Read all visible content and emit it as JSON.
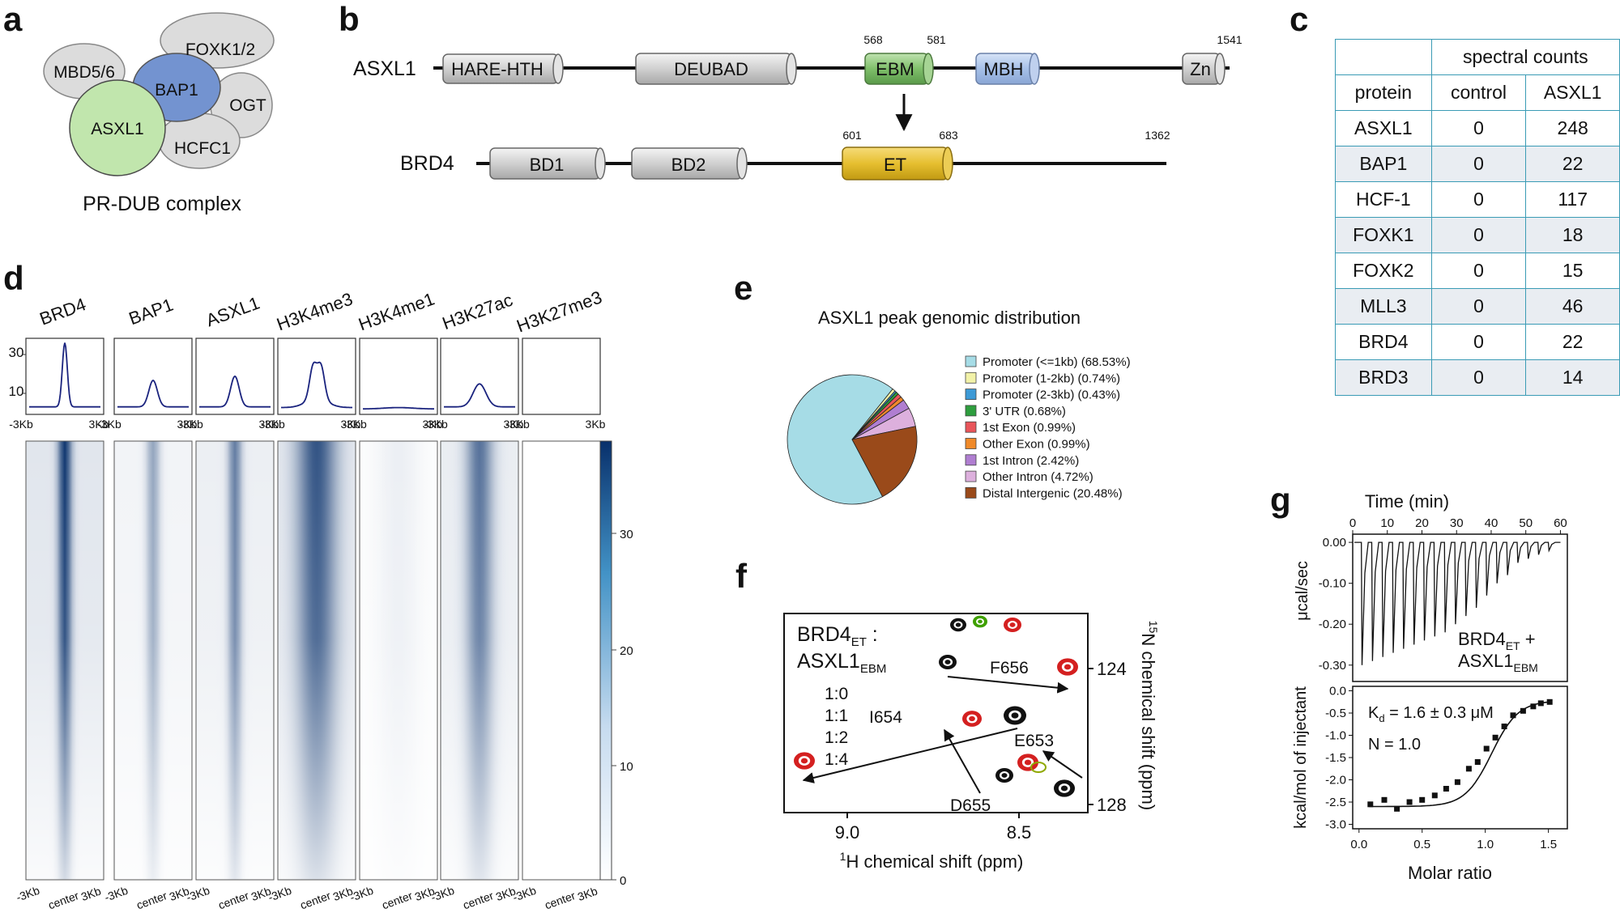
{
  "panels": {
    "a": {
      "label": "a",
      "complex_name": "PR-DUB complex",
      "subunits": [
        {
          "name": "MBD5/6",
          "color": "#dcdcdc"
        },
        {
          "name": "FOXK1/2",
          "color": "#dcdcdc"
        },
        {
          "name": "BAP1",
          "color": "#7393d0"
        },
        {
          "name": "OGT",
          "color": "#dcdcdc"
        },
        {
          "name": "ASXL1",
          "color": "#c1e6ad"
        },
        {
          "name": "HCFC1",
          "color": "#dcdcdc"
        }
      ]
    },
    "b": {
      "label": "b",
      "proteins": [
        {
          "name": "ASXL1",
          "domains": [
            {
              "name": "HARE-HTH",
              "color": "gray"
            },
            {
              "name": "DEUBAD",
              "color": "gray"
            },
            {
              "name": "EBM",
              "color": "green"
            },
            {
              "name": "MBH",
              "color": "blue"
            },
            {
              "name": "Zn",
              "color": "gray"
            }
          ],
          "positions": [
            "568",
            "581",
            "1541"
          ]
        },
        {
          "name": "BRD4",
          "domains": [
            {
              "name": "BD1",
              "color": "gray"
            },
            {
              "name": "BD2",
              "color": "gray"
            },
            {
              "name": "ET",
              "color": "yellow"
            }
          ],
          "positions": [
            "601",
            "683",
            "1362"
          ]
        }
      ]
    },
    "c": {
      "label": "c",
      "group_header": "spectral counts",
      "columns": [
        "protein",
        "control",
        "ASXL1"
      ],
      "rows": [
        [
          "ASXL1",
          "0",
          "248"
        ],
        [
          "BAP1",
          "0",
          "22"
        ],
        [
          "HCF-1",
          "0",
          "117"
        ],
        [
          "FOXK1",
          "0",
          "18"
        ],
        [
          "FOXK2",
          "0",
          "15"
        ],
        [
          "MLL3",
          "0",
          "46"
        ],
        [
          "BRD4",
          "0",
          "22"
        ],
        [
          "BRD3",
          "0",
          "14"
        ]
      ]
    },
    "d": {
      "label": "d",
      "tracks": [
        "BRD4",
        "BAP1",
        "ASXL1",
        "H3K4me3",
        "H3K4me1",
        "H3K27ac",
        "H3K27me3"
      ],
      "profile_yticks": [
        "30",
        "10"
      ],
      "profile_xlabels": [
        "-3Kb",
        "3Kb"
      ],
      "heatmap_xlabels": [
        "-3Kb",
        "center",
        "3Kb"
      ],
      "colorbar_ticks": [
        "30",
        "20",
        "10",
        "0"
      ],
      "colorbar_colors": [
        "#ffffff",
        "#08306b"
      ]
    },
    "e": {
      "label": "e",
      "title": "ASXL1 peak genomic distribution",
      "legend": [
        "Promoter (<=1kb) (68.53%)",
        "Promoter (1-2kb) (0.74%)",
        "Promoter (2-3kb) (0.43%)",
        "3' UTR (0.68%)",
        "1st Exon (0.99%)",
        "Other Exon (0.99%)",
        "1st Intron (2.42%)",
        "Other Intron (4.72%)",
        "Distal Intergenic (20.48%)"
      ]
    },
    "f": {
      "label": "f",
      "construct": {
        "a": "BRD4",
        "a_sub": "ET",
        "colon": " :",
        "b": "ASXL1",
        "b_sub": "EBM"
      },
      "ratios": [
        {
          "text": "1:0",
          "color": "#111111"
        },
        {
          "text": "1:1",
          "color": "#8fa800"
        },
        {
          "text": "1:2",
          "color": "#5cd000"
        },
        {
          "text": "1:4",
          "color": "#e02020"
        }
      ],
      "residues": [
        "F656",
        "I654",
        "E653",
        "D655"
      ],
      "xticks": [
        "9.0",
        "8.5"
      ],
      "yticks": [
        "124",
        "128"
      ],
      "xlabel_sup": "1",
      "xlabel": "H chemical shift (ppm)",
      "ylabel_sup": "15",
      "ylabel": "N chemical shift (ppm)"
    },
    "g": {
      "label": "g",
      "top_xlabel": "Time (min)",
      "top_xticks": [
        "0",
        "10",
        "20",
        "30",
        "40",
        "50",
        "60"
      ],
      "top_yticks": [
        "0.00",
        "-0.10",
        "-0.20",
        "-0.30"
      ],
      "top_ylabel_mu": "μ",
      "top_ylabel": "cal/sec",
      "construct": {
        "a": "BRD4",
        "a_sub": "ET",
        "plus": " +",
        "b": "ASXL1",
        "b_sub": "EBM"
      },
      "kd_prefix": "K",
      "kd_sub": "d",
      "kd_value": " = 1.6 ± 0.3 μM",
      "n_value": "N = 1.0",
      "bottom_yticks": [
        "0.0",
        "-0.5",
        "-1.0",
        "-1.5",
        "-2.0",
        "-2.5",
        "-3.0"
      ],
      "bottom_xticks": [
        "0.0",
        "0.5",
        "1.0",
        "1.5"
      ],
      "bottom_ylabel": "kcal/mol of injectant",
      "bottom_xlabel": "Molar ratio"
    }
  },
  "chart_data": [
    {
      "type": "pie",
      "title": "ASXL1 peak genomic distribution",
      "categories": [
        "Promoter (<=1kb)",
        "Promoter (1-2kb)",
        "Promoter (2-3kb)",
        "3' UTR",
        "1st Exon",
        "Other Exon",
        "1st Intron",
        "Other Intron",
        "Distal Intergenic"
      ],
      "values": [
        68.53,
        0.74,
        0.43,
        0.68,
        0.99,
        0.99,
        2.42,
        4.72,
        20.48
      ],
      "colors": [
        "#a6dce6",
        "#f2f2a8",
        "#3d9ad6",
        "#2e9e3e",
        "#e9555a",
        "#f08a2a",
        "#b07ed1",
        "#ddb0dd",
        "#9a4a1a"
      ]
    },
    {
      "type": "scatter",
      "title": "",
      "xlabel": "Molar ratio",
      "ylabel": "kcal/mol of injectant",
      "xlim": [
        -0.05,
        1.65
      ],
      "ylim": [
        -3.1,
        0.1
      ],
      "x": [
        0.09,
        0.2,
        0.3,
        0.4,
        0.5,
        0.6,
        0.69,
        0.78,
        0.87,
        0.94,
        1.01,
        1.08,
        1.15,
        1.22,
        1.3,
        1.38,
        1.44,
        1.51
      ],
      "y": [
        -2.55,
        -2.45,
        -2.65,
        -2.5,
        -2.45,
        -2.35,
        -2.2,
        -2.05,
        -1.75,
        -1.6,
        -1.3,
        -1.05,
        -0.8,
        -0.55,
        -0.45,
        -0.35,
        -0.28,
        -0.25
      ]
    },
    {
      "type": "line",
      "title": "",
      "xlabel": "Time (min)",
      "ylabel": "μcal/sec",
      "xlim": [
        0,
        62
      ],
      "ylim": [
        -0.34,
        0.02
      ],
      "injection_times": [
        2.5,
        5.5,
        8.5,
        11.5,
        14.5,
        17.5,
        20.5,
        23.5,
        26.5,
        29.5,
        32.5,
        35.5,
        38.5,
        41.5,
        44.5,
        47.5,
        50.5,
        53.5,
        56.5
      ],
      "peak_values": [
        -0.3,
        -0.29,
        -0.28,
        -0.27,
        -0.26,
        -0.25,
        -0.24,
        -0.23,
        -0.22,
        -0.2,
        -0.18,
        -0.16,
        -0.13,
        -0.1,
        -0.08,
        -0.05,
        -0.04,
        -0.03,
        -0.02
      ]
    }
  ]
}
